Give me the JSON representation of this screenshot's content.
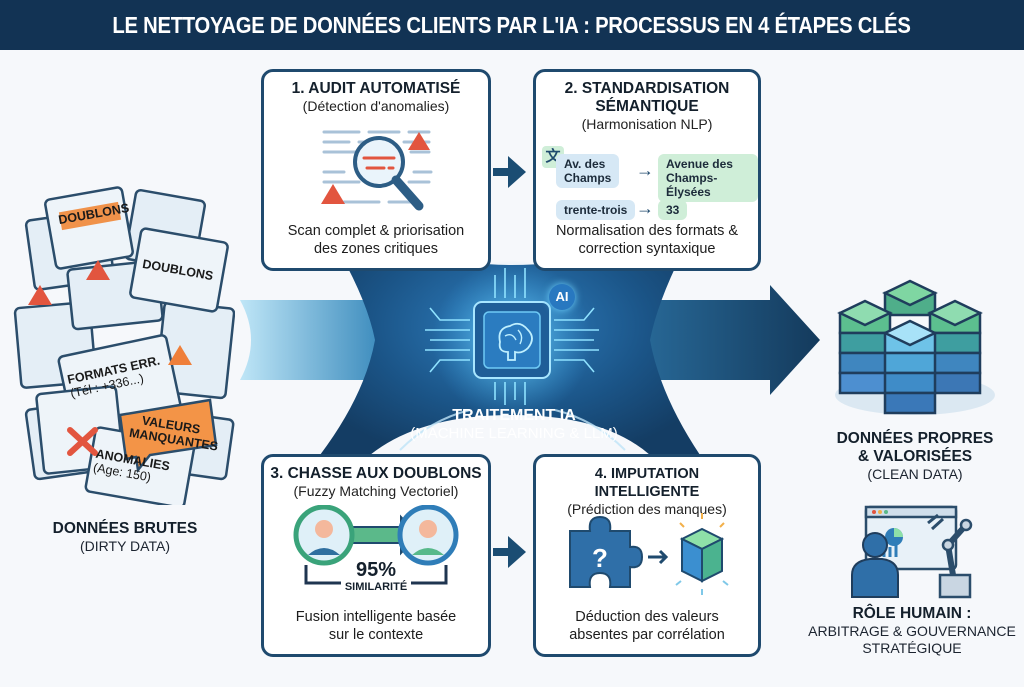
{
  "header": {
    "title": "LE NETTOYAGE DE DONNÉES CLIENTS PAR L'IA : PROCESSUS EN 4 ÉTAPES CLÉS"
  },
  "colors": {
    "header_bg": "#123354",
    "card_border": "#1f4a6e",
    "arrow": "#1b4d73",
    "hub": "#184b78",
    "alert_orange": "#f08a3e",
    "alert_red": "#e0503c",
    "green_chip": "#cfeed8",
    "blue_chip": "#d6e8f5"
  },
  "input": {
    "label": "DONNÉES BRUTES",
    "sublabel": "(DIRTY DATA)",
    "tags": [
      {
        "text": "DOUBLONS",
        "icon": "document-icon"
      },
      {
        "text": "DOUBLONS",
        "icon": "document-icon"
      },
      {
        "text": "FORMATS ERR.",
        "detail": "(Tél : +336...)",
        "icon": "document-icon"
      },
      {
        "text": "VALEURS MANQUANTES",
        "icon": "speech-bubble-icon"
      },
      {
        "text": "ANOMALIES",
        "detail": "(Age: 150)",
        "icon": "document-icon"
      }
    ],
    "icons": [
      "warning-icon",
      "error-cross-icon"
    ]
  },
  "hub": {
    "title": "TRAITEMENT IA",
    "subtitle": "(MACHINE LEARNING & LLM)",
    "badge": "AI",
    "icon": "brain-chip-icon"
  },
  "steps": [
    {
      "number": "1",
      "title": "1. AUDIT AUTOMATISÉ",
      "subtitle": "(Détection d'anomalies)",
      "icon": "magnifier-icon",
      "desc_line1": "Scan complet & priorisation",
      "desc_line2": "des zones critiques"
    },
    {
      "number": "2",
      "title_line1": "2. STANDARDISATION",
      "title_line2": "SÉMANTIQUE",
      "subtitle": "(Harmonisation NLP)",
      "icon": "translate-icon",
      "examples": [
        {
          "from": "Av. des Champs",
          "from_l1": "Av. des",
          "from_l2": "Champs",
          "to": "Avenue des Champs-Élysées",
          "to_l1": "Avenue des",
          "to_l2": "Champs-Élysées"
        },
        {
          "from": "trente-trois",
          "to": "33"
        }
      ],
      "desc_line1": "Normalisation des formats &",
      "desc_line2": "correction syntaxique"
    },
    {
      "number": "3",
      "title": "3. CHASSE AUX DOUBLONS",
      "subtitle": "(Fuzzy Matching Vectoriel)",
      "icon": "user-match-icon",
      "similarity_value": "95%",
      "similarity_label": "SIMILARITÉ",
      "desc_line1": "Fusion intelligente basée",
      "desc_line2": "sur le contexte"
    },
    {
      "number": "4",
      "title": "4. IMPUTATION INTELLIGENTE",
      "subtitle": "(Prédiction des manques)",
      "icon": "puzzle-icon",
      "icon2": "data-cube-icon",
      "desc_line1": "Déduction des valeurs",
      "desc_line2": "absentes par corrélation"
    }
  ],
  "output": {
    "label_line1": "DONNÉES PROPRES",
    "label_line2": "& VALORISÉES",
    "sublabel": "(CLEAN DATA)",
    "icon": "database-stack-icon"
  },
  "human": {
    "label": "RÔLE HUMAIN :",
    "sub_line1": "ARBITRAGE & GOUVERNANCE",
    "sub_line2": "STRATÉGIQUE",
    "icon": "human-robot-dashboard-icon"
  }
}
